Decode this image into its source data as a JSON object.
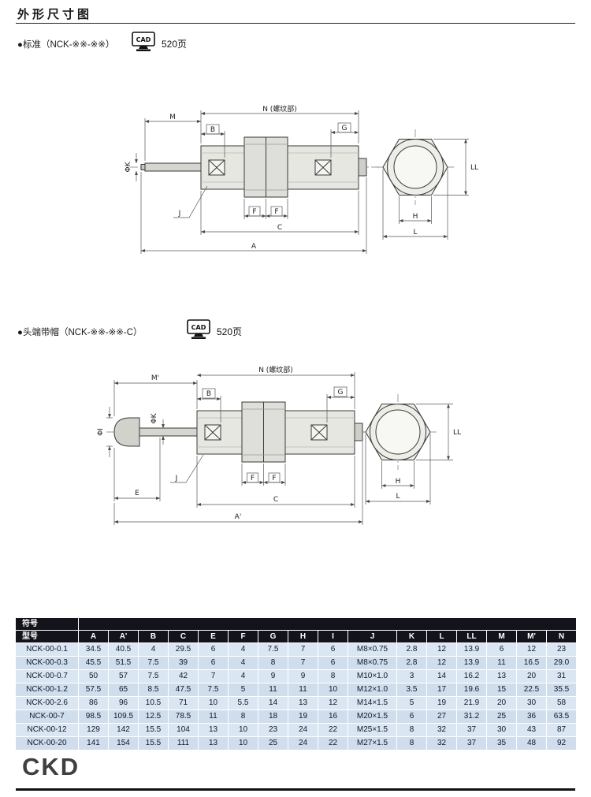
{
  "page": {
    "title": "外形尺寸图",
    "logo": "CKD"
  },
  "sections": {
    "standard": {
      "label": "●标准（NCK-※※-※※）",
      "cad": "CAD",
      "page_ref": "520页"
    },
    "capped": {
      "label": "●头端带帽（NCK-※※-※※-C）",
      "cad": "CAD",
      "page_ref": "520页"
    }
  },
  "drawing_standard": {
    "dim_M": "M",
    "dim_N": "N (螺纹部)",
    "dim_B": "B",
    "dim_G": "G",
    "dim_K": "ΦK",
    "dim_J": "J",
    "dim_F1": "F",
    "dim_F2": "F",
    "dim_C": "C",
    "dim_A": "A",
    "dim_LL": "LL",
    "dim_H": "H",
    "dim_L": "L"
  },
  "drawing_capped": {
    "dim_M": "M'",
    "dim_N": "N (螺纹部)",
    "dim_B": "B",
    "dim_G": "G",
    "dim_K": "ΦK",
    "dim_I": "ΦI",
    "dim_J": "J",
    "dim_F1": "F",
    "dim_F2": "F",
    "dim_E": "E",
    "dim_C": "C",
    "dim_A": "A'",
    "dim_LL": "LL",
    "dim_H": "H",
    "dim_L": "L"
  },
  "table": {
    "header_symbol": "符号",
    "header_model": "型号",
    "columns": [
      "A",
      "A'",
      "B",
      "C",
      "E",
      "F",
      "G",
      "H",
      "I",
      "J",
      "K",
      "L",
      "LL",
      "M",
      "M'",
      "N"
    ],
    "rows": [
      [
        "NCK-00-0.1",
        "34.5",
        "40.5",
        "4",
        "29.5",
        "6",
        "4",
        "7.5",
        "7",
        "6",
        "M8×0.75",
        "2.8",
        "12",
        "13.9",
        "6",
        "12",
        "23"
      ],
      [
        "NCK-00-0.3",
        "45.5",
        "51.5",
        "7.5",
        "39",
        "6",
        "4",
        "8",
        "7",
        "6",
        "M8×0.75",
        "2.8",
        "12",
        "13.9",
        "11",
        "16.5",
        "29.0"
      ],
      [
        "NCK-00-0.7",
        "50",
        "57",
        "7.5",
        "42",
        "7",
        "4",
        "9",
        "9",
        "8",
        "M10×1.0",
        "3",
        "14",
        "16.2",
        "13",
        "20",
        "31"
      ],
      [
        "NCK-00-1.2",
        "57.5",
        "65",
        "8.5",
        "47.5",
        "7.5",
        "5",
        "11",
        "11",
        "10",
        "M12×1.0",
        "3.5",
        "17",
        "19.6",
        "15",
        "22.5",
        "35.5"
      ],
      [
        "NCK-00-2.6",
        "86",
        "96",
        "10.5",
        "71",
        "10",
        "5.5",
        "14",
        "13",
        "12",
        "M14×1.5",
        "5",
        "19",
        "21.9",
        "20",
        "30",
        "58"
      ],
      [
        "NCK-00-7",
        "98.5",
        "109.5",
        "12.5",
        "78.5",
        "11",
        "8",
        "18",
        "19",
        "16",
        "M20×1.5",
        "6",
        "27",
        "31.2",
        "25",
        "36",
        "63.5"
      ],
      [
        "NCK-00-12",
        "129",
        "142",
        "15.5",
        "104",
        "13",
        "10",
        "23",
        "24",
        "22",
        "M25×1.5",
        "8",
        "32",
        "37",
        "30",
        "43",
        "87"
      ],
      [
        "NCK-00-20",
        "141",
        "154",
        "15.5",
        "111",
        "13",
        "10",
        "25",
        "24",
        "22",
        "M27×1.5",
        "8",
        "32",
        "37",
        "35",
        "48",
        "92"
      ]
    ]
  }
}
